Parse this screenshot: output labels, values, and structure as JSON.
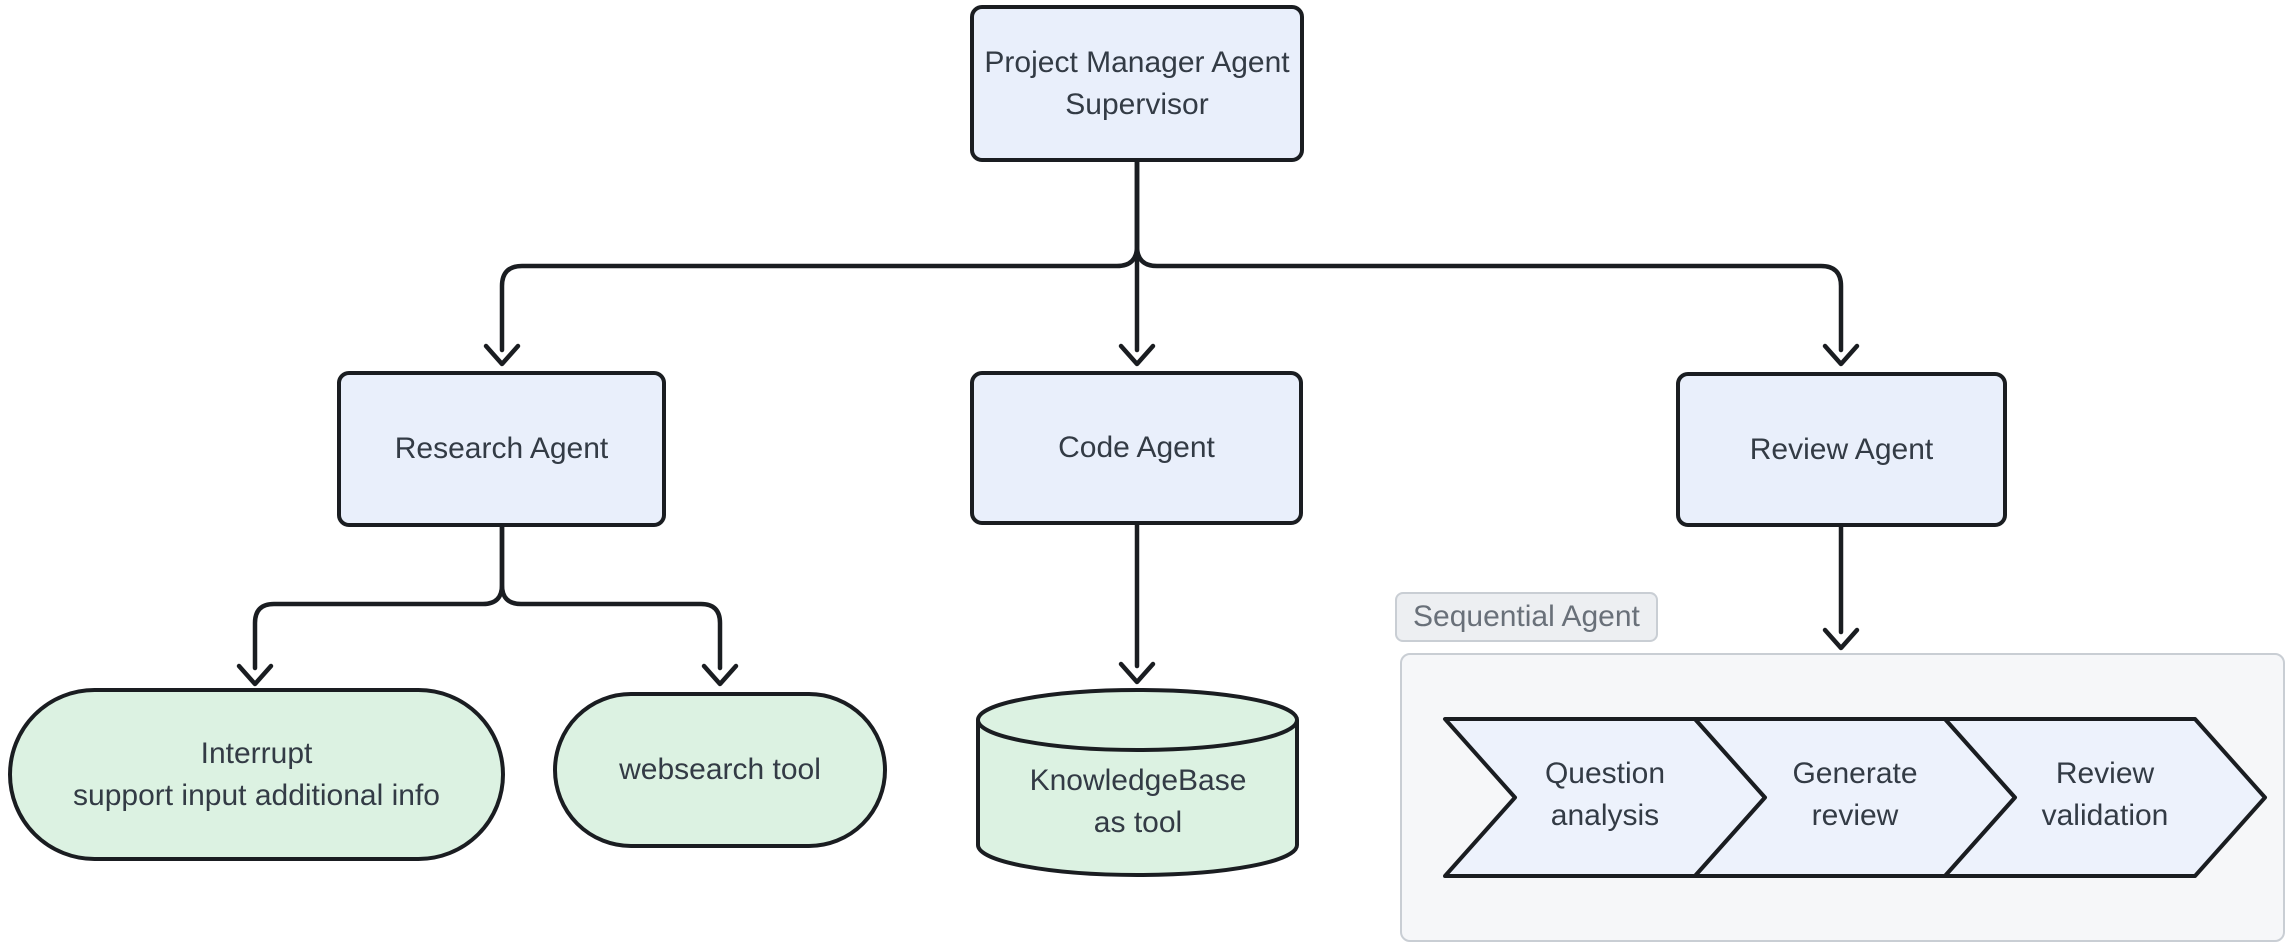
{
  "colors": {
    "stroke": "#1a1d21",
    "edge": "#1a1d21",
    "text": "#333b45",
    "blue": "#e9effb",
    "chevron": "#edf2fc",
    "green": "#dcf2e2",
    "cluster-bg": "#f6f7f9",
    "cluster-border": "#c9ced4",
    "label-bg": "#edeff2",
    "label-border": "#c9ced4",
    "label-text": "#697079"
  },
  "nodes": {
    "supervisor": {
      "line1": "Project Manager Agent",
      "line2": "Supervisor"
    },
    "research": {
      "label": "Research Agent"
    },
    "code": {
      "label": "Code Agent"
    },
    "review": {
      "label": "Review Agent"
    },
    "interrupt": {
      "line1": "Interrupt",
      "line2": "support input additional info"
    },
    "websearch": {
      "label": "websearch tool"
    },
    "knowledgebase": {
      "line1": "KnowledgeBase",
      "line2": "as tool"
    }
  },
  "cluster": {
    "title": "Sequential Agent",
    "steps": [
      {
        "line1": "Question",
        "line2": "analysis"
      },
      {
        "line1": "Generate",
        "line2": "review"
      },
      {
        "line1": "Review",
        "line2": "validation"
      }
    ]
  }
}
